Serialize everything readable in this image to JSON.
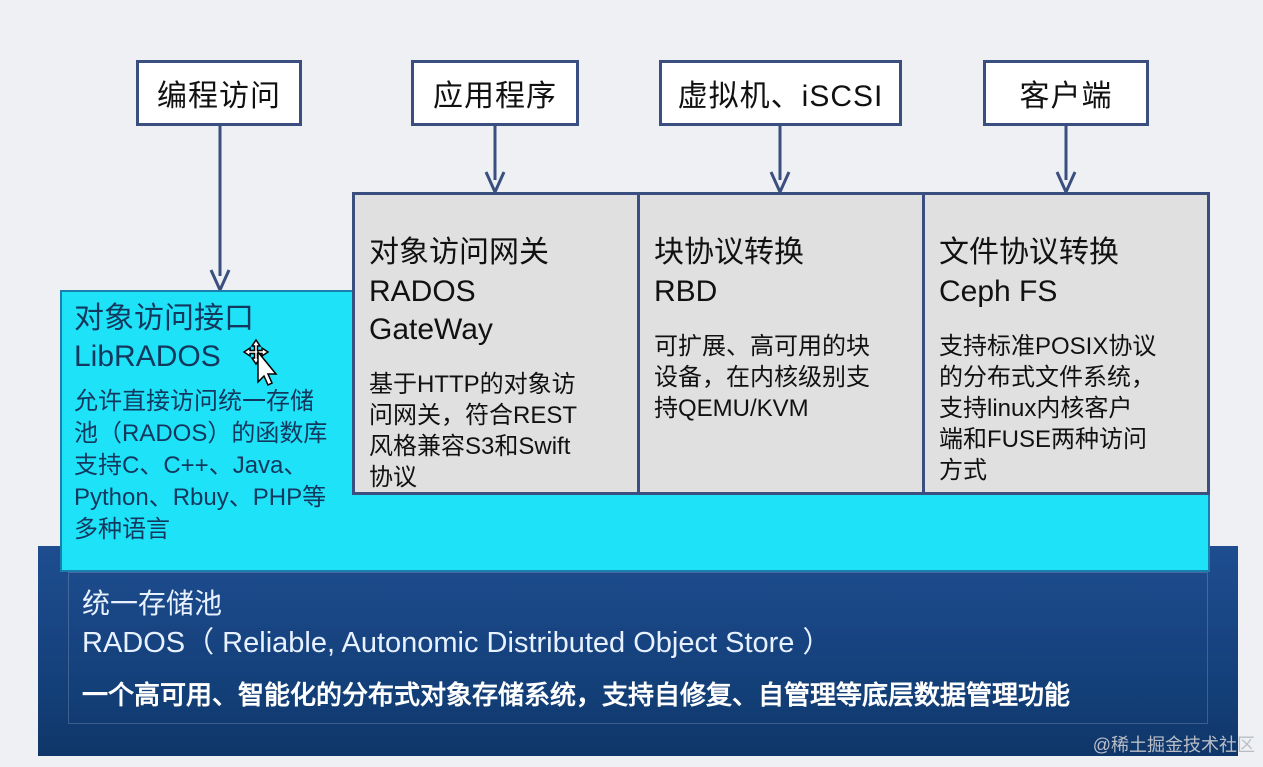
{
  "top_boxes": [
    {
      "label": "编程访问"
    },
    {
      "label": "应用程序"
    },
    {
      "label": "虚拟机、iSCSI"
    },
    {
      "label": "客户端"
    }
  ],
  "gateways": [
    {
      "title_cn": "对象访问网关",
      "title_en": "RADOS",
      "title_en2": "GateWay",
      "desc_lines": [
        "基于HTTP的对象访",
        "问网关，符合REST",
        "风格兼容S3和Swift",
        "协议"
      ]
    },
    {
      "title_cn": "块协议转换",
      "title_en": "RBD",
      "title_en2": "",
      "desc_lines": [
        "可扩展、高可用的块",
        "设备，在内核级别支",
        "持QEMU/KVM"
      ]
    },
    {
      "title_cn": "文件协议转换",
      "title_en": "Ceph FS",
      "title_en2": "",
      "desc_lines": [
        "支持标准POSIX协议",
        "的分布式文件系统，",
        "支持linux内核客户",
        "端和FUSE两种访问",
        "方式"
      ]
    }
  ],
  "librados": {
    "title_cn": "对象访问接口",
    "title_en": "LibRADOS",
    "desc_lines": [
      "允许直接访问统一存储",
      "池（RADOS）的函数库",
      "支持C、C++、Java、",
      "Python、Rbuy、PHP等",
      "多种语言"
    ]
  },
  "rados": {
    "title_cn": "统一存储池",
    "title_en": "RADOS（ Reliable, Autonomic Distributed Object Store ）",
    "desc": "一个高可用、智能化的分布式对象存储系统，支持自修复、自管理等底层数据管理功能"
  },
  "watermark": "@稀土掘金技术社区",
  "colors": {
    "librados_fill": "#1ee2f8",
    "rados_fill": "#1a4886",
    "gateway_fill": "#e0e0e0",
    "border": "#3a4f7f",
    "arrow": "#3a4f7f"
  },
  "icons": [
    "arrow-down-icon",
    "move-cursor-icon"
  ]
}
